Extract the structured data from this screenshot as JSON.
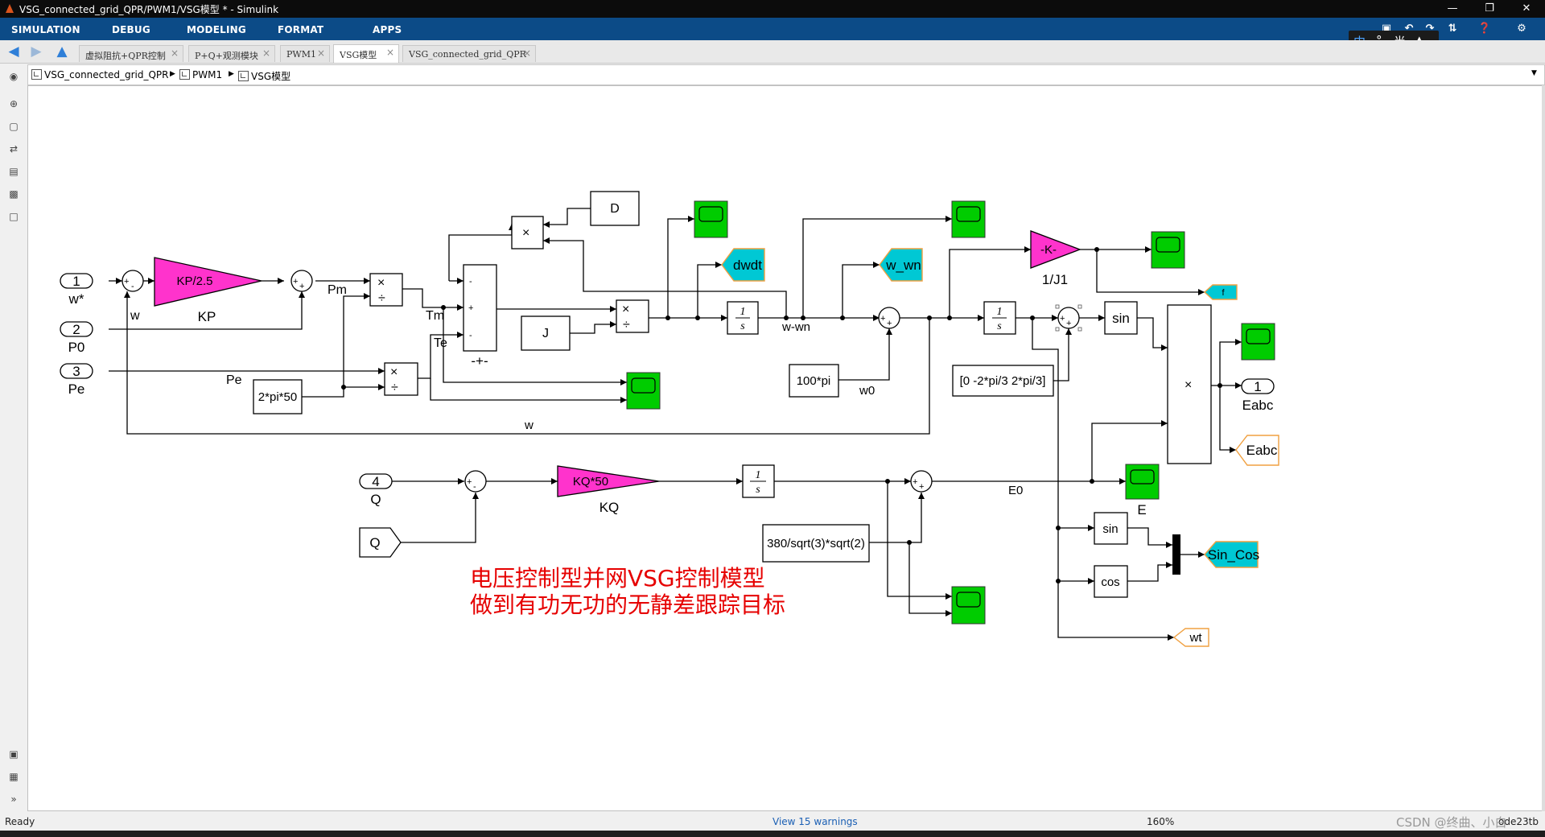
{
  "window": {
    "title": "VSG_connected_grid_QPR/PWM1/VSG模型 * - Simulink"
  },
  "menu": [
    "SIMULATION",
    "DEBUG",
    "MODELING",
    "FORMAT",
    "APPS"
  ],
  "ime": {
    "mode": "中",
    "punct": "°,",
    "width": "半"
  },
  "tabs": [
    "虚拟阻抗+QPR控制",
    "P+Q+观测模块",
    "PWM1",
    "VSG模型",
    "VSG_connected_grid_QPR"
  ],
  "active_tab": "VSG模型",
  "breadcrumb": [
    "VSG_connected_grid_QPR",
    "PWM1",
    "VSG模型"
  ],
  "diagram": {
    "ports": {
      "w_star": "1",
      "p0": "2",
      "pe": "3",
      "q": "4",
      "eabc_out": "1"
    },
    "port_labels": {
      "w_star": "w*",
      "p0": "P0",
      "pe": "Pe",
      "q": "Q",
      "eabc_out": "Eabc"
    },
    "blocks": {
      "kp_gain": "KP/2.5",
      "kp_name": "KP",
      "kq_gain": "KQ*50",
      "kq_name": "KQ",
      "j_gain": "-K-",
      "j_name": "1/J1",
      "const_d": "D",
      "const_j": "J",
      "const_2pi50": "2*pi*50",
      "const_100pi": "100*pi",
      "const_phase": "[0 -2*pi/3 2*pi/3]",
      "const_e0": "380/sqrt(3)*sqrt(2)",
      "sum_name": "-+-",
      "mult": "×",
      "integrator_num": "1",
      "integrator_den": "s",
      "sin_fn": "sin",
      "sin2_fn": "sin",
      "cos_fn": "cos"
    },
    "goto": {
      "dwdt": "dwdt",
      "w_wn": "w_wn",
      "f": "f",
      "eabc": "Eabc",
      "sin_cos": "Sin_Cos",
      "wt": "wt"
    },
    "from": {
      "q": "Q"
    },
    "signals": {
      "w": "w",
      "pm": "Pm",
      "pe": "Pe",
      "tm": "Tm",
      "te": "Te",
      "w_wn": "w-wn",
      "w0": "w0",
      "w_bottom": "w",
      "e0": "E0",
      "e": "E"
    },
    "signs": {
      "plus": "+",
      "minus": "-"
    },
    "annotation": [
      "电压控制型并网VSG控制模型",
      "做到有功无功的无静差跟踪目标"
    ]
  },
  "status": {
    "state": "Ready",
    "warnings": "View 15 warnings",
    "zoom": "160%",
    "solver": "ode23tb"
  },
  "watermark": "CSDN @终曲、小白",
  "colors": {
    "menubar": "#0c4b87",
    "gain": "#ff33cc",
    "scope": "#00cc00",
    "goto_cyan": "#00c8d4",
    "note": "#e60000"
  }
}
